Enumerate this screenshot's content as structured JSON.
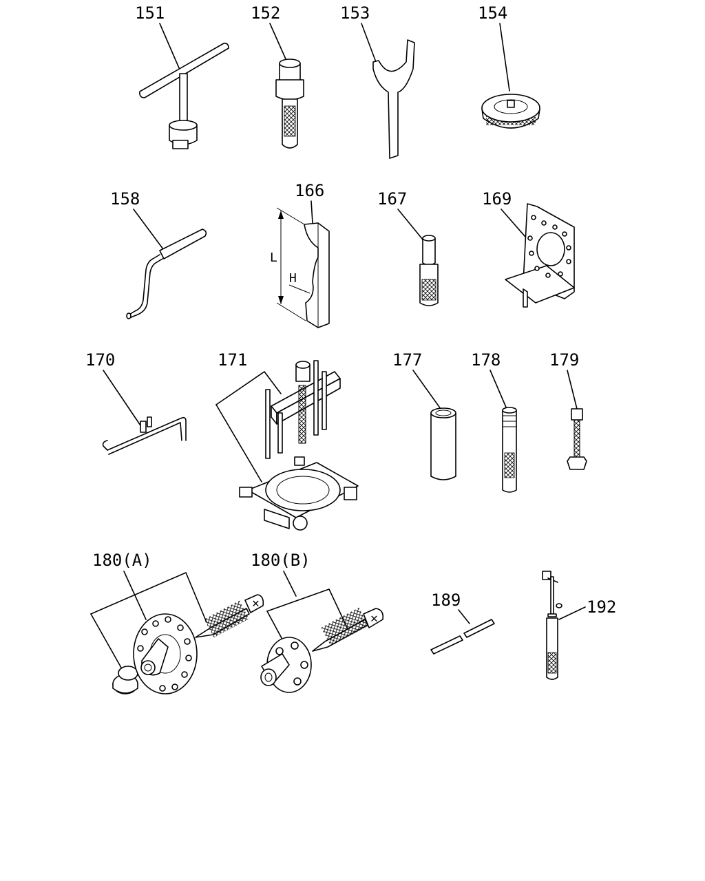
{
  "callouts": {
    "p151": "151",
    "p152": "152",
    "p153": "153",
    "p154": "154",
    "p158": "158",
    "p166": "166",
    "p167": "167",
    "p169": "169",
    "p170": "170",
    "p171": "171",
    "p177": "177",
    "p178": "178",
    "p179": "179",
    "p180a": "180(A)",
    "p180b": "180(B)",
    "p189": "189",
    "p192": "192"
  },
  "dimensions": {
    "length": "L",
    "height": "H"
  }
}
